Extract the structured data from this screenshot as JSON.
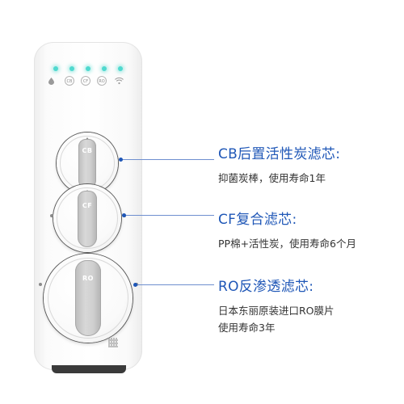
{
  "device": {
    "indicators": [
      {
        "icon": "water-drop-icon",
        "label": ""
      },
      {
        "icon": "cb-filter-indicator",
        "label": "CB"
      },
      {
        "icon": "cf-filter-indicator",
        "label": "CF"
      },
      {
        "icon": "ro-filter-indicator",
        "label": "RO"
      },
      {
        "icon": "wifi-icon",
        "label": ""
      }
    ],
    "knobs": [
      {
        "label": "CB"
      },
      {
        "label": "CF"
      },
      {
        "label": "RO"
      }
    ],
    "light_color": "#4fd9cf"
  },
  "filters": [
    {
      "title": "CB后置活性炭滤芯:",
      "lines": [
        "抑菌炭棒，使用寿命1年"
      ]
    },
    {
      "title": "CF复合滤芯:",
      "lines": [
        "PP棉+活性炭，使用寿命6个月"
      ]
    },
    {
      "title": "RO反渗透滤芯:",
      "lines": [
        "日本东丽原装进口RO膜片",
        "使用寿命3年"
      ]
    }
  ],
  "colors": {
    "title": "#1f57b7",
    "body": "#333333",
    "accent_light": "#4fd9cf"
  }
}
